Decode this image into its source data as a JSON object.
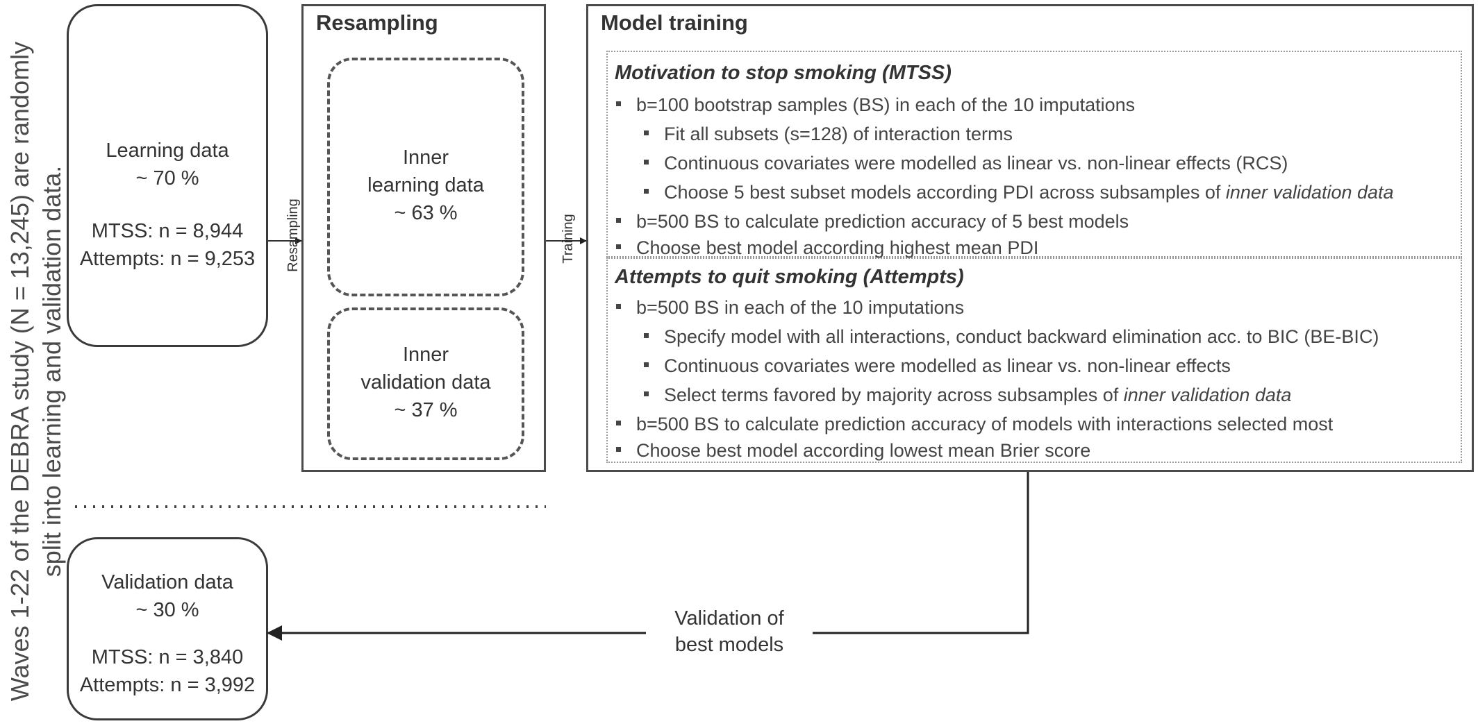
{
  "side_label": "Waves 1-22 of the DEBRA study (N = 13,245) are randomly split into learning and validation data.",
  "learning": {
    "title": "Learning data",
    "percent": "~ 70 %",
    "mtss_label": "MTSS: ",
    "mtss_n": "n = 8,944",
    "attempts_label": "Attempts: ",
    "attempts_n": "n = 9,253"
  },
  "validation": {
    "title": "Validation data",
    "percent": "~ 30 %",
    "mtss_label": "MTSS: ",
    "mtss_n": "n = 3,840",
    "attempts_label": "Attempts: ",
    "attempts_n": "n = 3,992"
  },
  "resampling": {
    "title": "Resampling",
    "arrow_label": "Resampling",
    "inner_learning": [
      "Inner",
      "learning data",
      "~ 63 %"
    ],
    "inner_validation": [
      "Inner",
      "validation data",
      "~ 37 %"
    ]
  },
  "training": {
    "title": "Model training",
    "arrow_label": "Training",
    "mtss": {
      "heading": "Motivation to stop smoking (MTSS)",
      "b1": "b=100 bootstrap samples (BS) in each of the 10 imputations",
      "s1": "Fit all subsets (s=128) of interaction terms",
      "s2": "Continuous covariates were modelled as linear vs. non-linear effects (RCS)",
      "s3_pre": "Choose 5 best subset models according PDI across subsamples of ",
      "s3_em": "inner validation data",
      "b2": "b=500 BS to calculate prediction accuracy of 5 best models",
      "b3": "Choose best model according highest mean PDI"
    },
    "attempts": {
      "heading": "Attempts to quit smoking (Attempts)",
      "b1": "b=500 BS in each of the 10 imputations",
      "s1": "Specify model with all interactions, conduct backward elimination acc. to BIC (BE-BIC)",
      "s2": "Continuous covariates were modelled as linear vs. non-linear effects",
      "s3_pre": "Select terms favored by majority across subsamples of ",
      "s3_em": "inner validation data",
      "b2": "b=500 BS to calculate prediction accuracy of models with interactions selected most",
      "b3": "Choose best model according lowest mean Brier score"
    }
  },
  "validation_arrow_label": [
    "Validation of",
    "best models"
  ]
}
